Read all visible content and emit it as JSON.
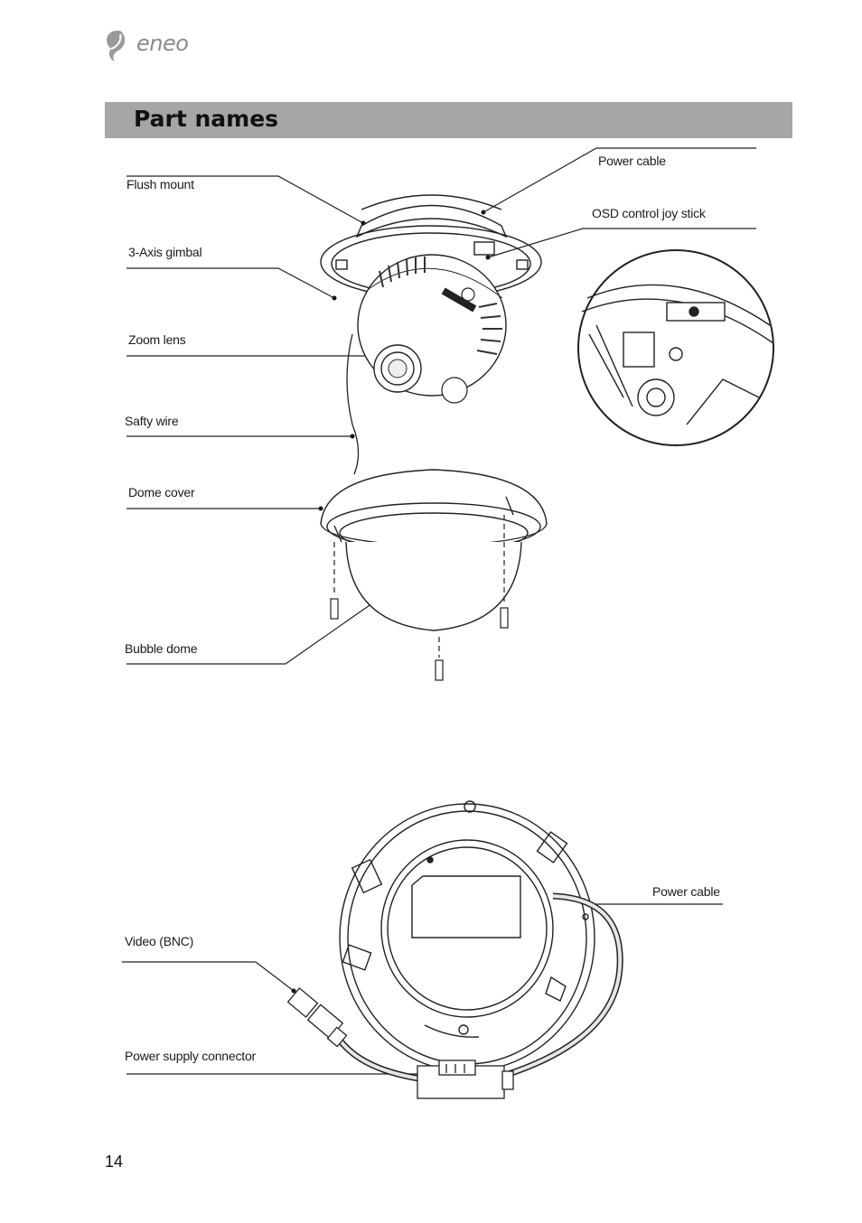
{
  "header": {
    "brand": "eneo"
  },
  "section": {
    "title": "Part names"
  },
  "top_diagram": {
    "labels": {
      "flush_mount": "Flush mount",
      "three_axis_gimbal": "3-Axis gimbal",
      "zoom_lens": "Zoom lens",
      "safety_wire": "Safty wire",
      "dome_cover": "Dome cover",
      "bubble_dome": "Bubble dome",
      "power_cable": "Power cable",
      "osd_joystick": "OSD control joy stick"
    }
  },
  "bottom_diagram": {
    "labels": {
      "power_cable": "Power cable",
      "video_bnc": "Video (BNC)",
      "power_supply_connector": "Power supply connector"
    }
  },
  "footer": {
    "page_number": "14"
  }
}
